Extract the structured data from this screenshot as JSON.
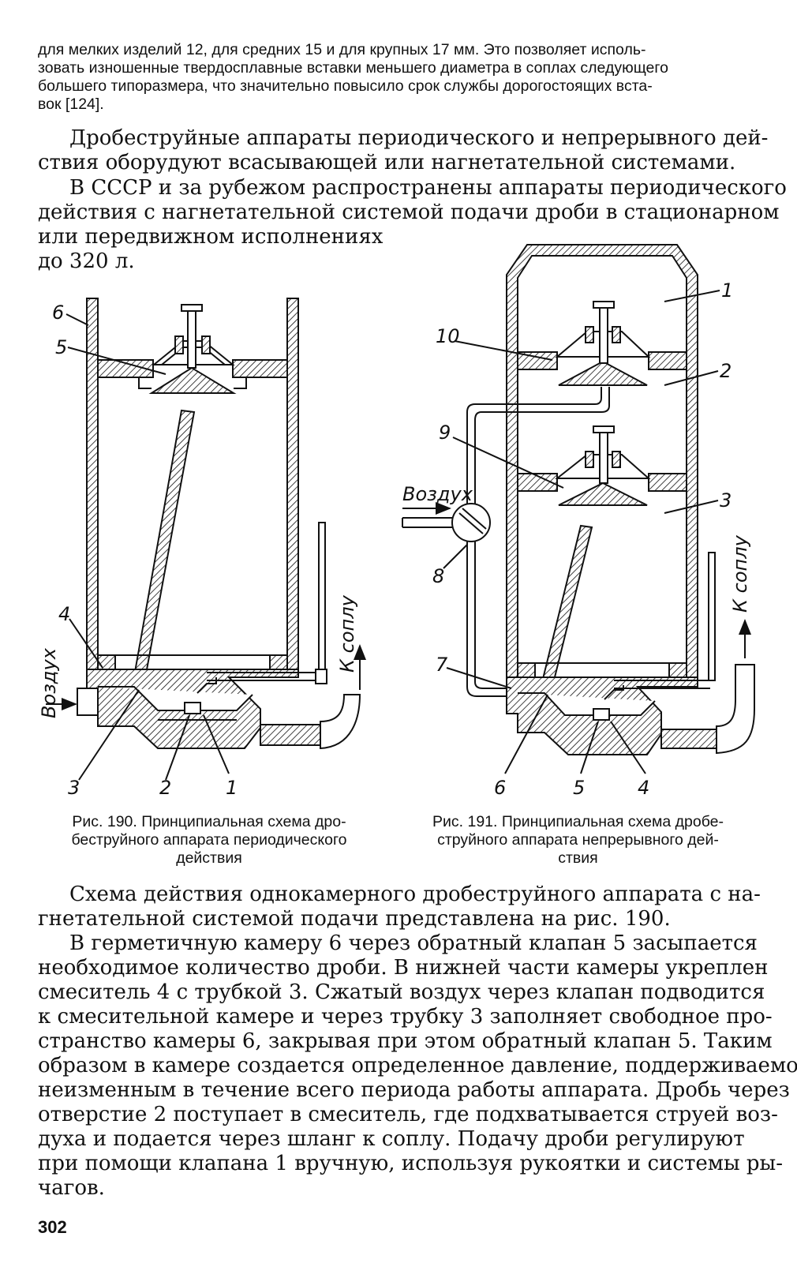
{
  "top_note": [
    "для мелких изделий 12, для средних 15 и для крупных 17 мм. Это позволяет исполь-",
    "зовать изношенные твердосплавные вставки меньшего диаметра в соплах следующего",
    "большего типоразмера, что значительно повысило срок службы дорогостоящих вста-",
    "вок [124]."
  ],
  "para1": [
    "Дробеструйные аппараты периодического и непрерывного дей-",
    "ствия оборудуют всасывающей или нагнетательной системами."
  ],
  "para2": [
    "В СССР и за рубежом распространены аппараты периодического",
    "действия с нагнетательной системой подачи дроби в стационарном",
    "или передвижном исполнениях",
    "до 320 л."
  ],
  "fig190": {
    "labels": {
      "l6": "6",
      "l5": "5",
      "l4": "4",
      "l3": "3",
      "l2": "2",
      "l1": "1"
    },
    "air": "Воздух",
    "nozzle": "К соплу",
    "caption": [
      "Рис. 190. Принципиальная схема дро-",
      "беструйного аппарата периодического",
      "действия"
    ]
  },
  "fig191": {
    "labels": {
      "l1": "1",
      "l2": "2",
      "l3": "3",
      "l4": "4",
      "l5": "5",
      "l6": "6",
      "l7": "7",
      "l8": "8",
      "l9": "9",
      "l10": "10"
    },
    "air": "Воздух",
    "nozzle": "К соплу",
    "caption": [
      "Рис. 191. Принципиальная схема дробе-",
      "струйного аппарата непрерывного дей-",
      "ствия"
    ]
  },
  "para3": [
    "Схема действия однокамерного дробеструйного аппарата с на-",
    "гнетательной системой подачи представлена на рис. 190."
  ],
  "para4": [
    "В герметичную камеру 6 через обратный клапан 5 засыпается",
    "необходимое количество дроби. В нижней части камеры укреплен",
    "смеситель 4 с трубкой 3. Сжатый воздух через клапан подводится",
    "к смесительной камере и через трубку 3 заполняет свободное про-",
    "странство камеры 6, закрывая при этом обратный клапан 5. Таким",
    "образом в камере создается определенное давление, поддерживаемое",
    "неизменным в течение всего периода работы аппарата. Дробь через",
    "отверстие 2 поступает в смеситель, где подхватывается струей воз-",
    "духа и подается через шланг к соплу. Подачу дроби регулируют",
    "при помощи клапана 1 вручную, используя рукоятки и системы ры-",
    "чагов."
  ],
  "page_number": "302"
}
